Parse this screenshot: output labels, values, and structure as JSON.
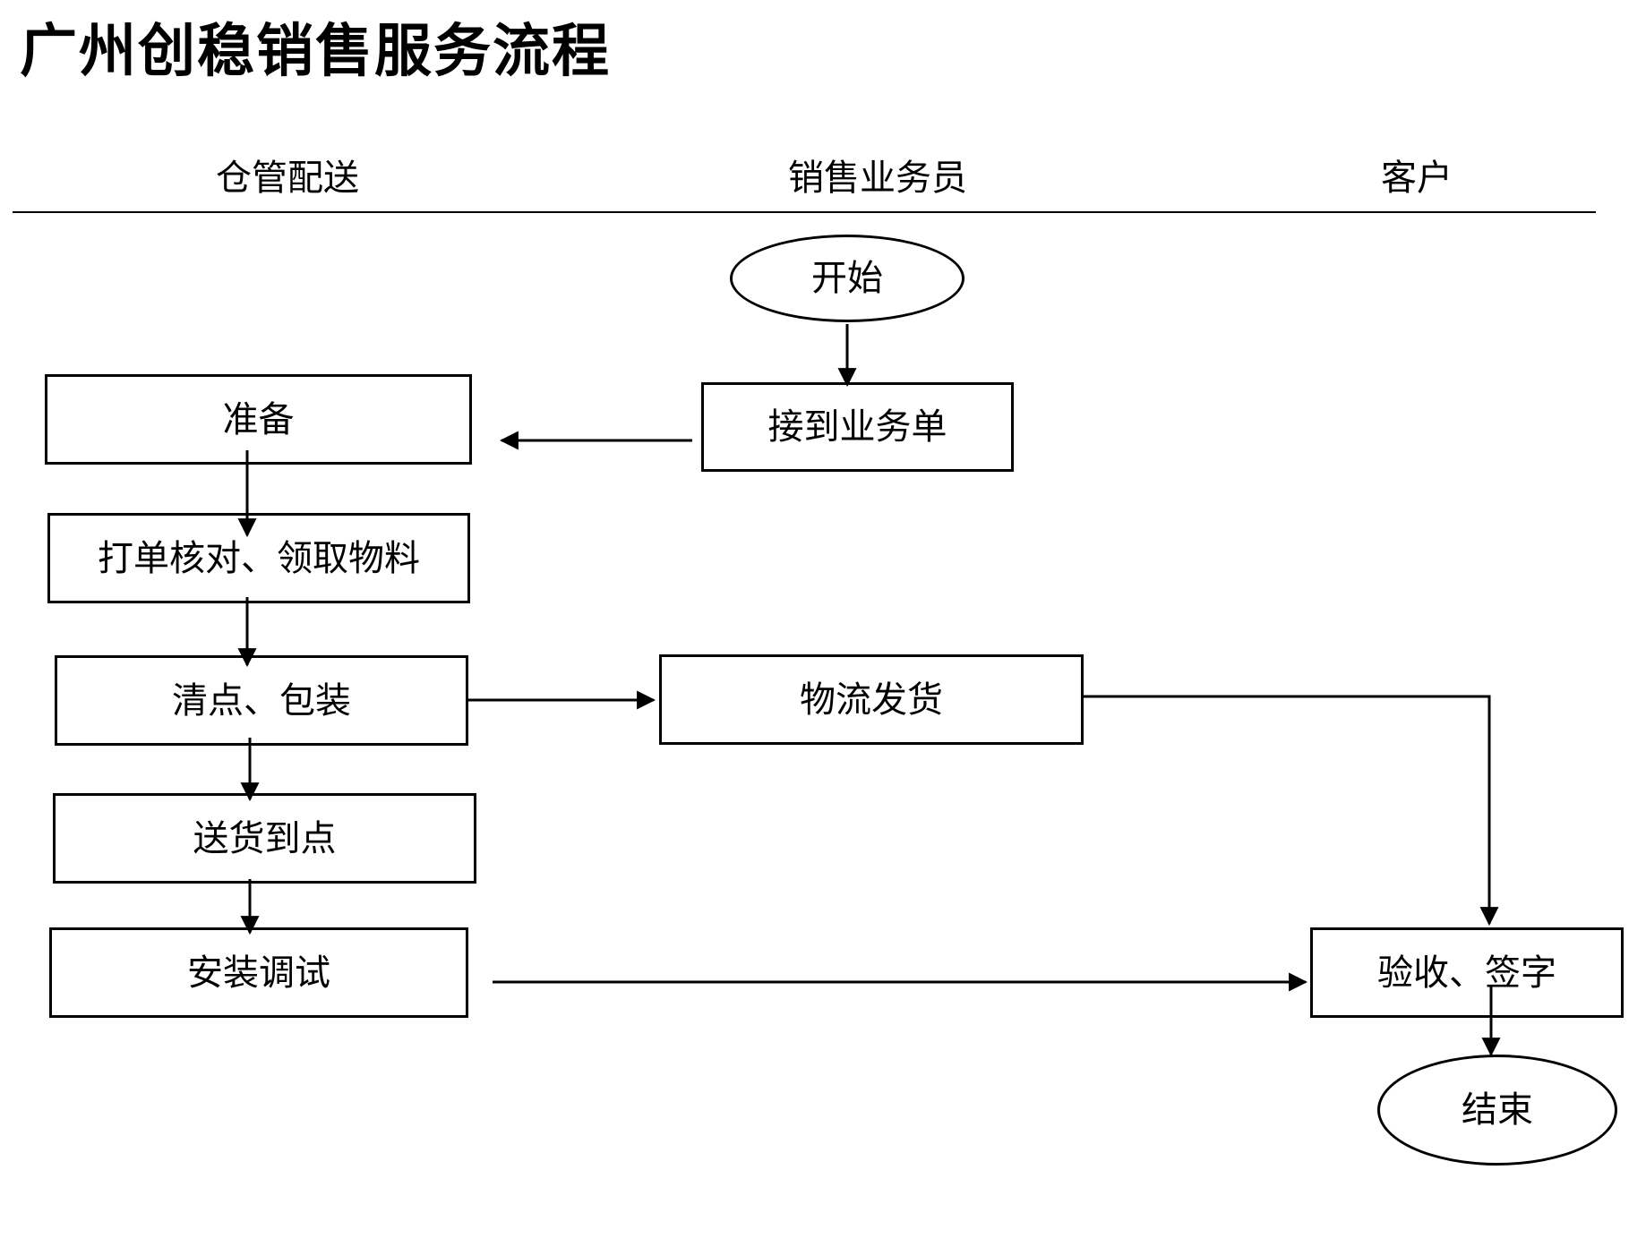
{
  "title": "广州创稳销售服务流程",
  "lanes": {
    "warehouse": "仓管配送",
    "sales": "销售业务员",
    "customer": "客户"
  },
  "nodes": {
    "start": "开始",
    "receive_order": "接到业务单",
    "prepare": "准备",
    "print_check": "打单核对、领取物料",
    "count_pack": "清点、包装",
    "logistics": "物流发货",
    "deliver": "送货到点",
    "install": "安装调试",
    "accept_sign": "验收、签字",
    "end": "结束"
  },
  "edges": [
    {
      "from": "start",
      "to": "receive_order"
    },
    {
      "from": "receive_order",
      "to": "prepare"
    },
    {
      "from": "prepare",
      "to": "print_check"
    },
    {
      "from": "print_check",
      "to": "count_pack"
    },
    {
      "from": "count_pack",
      "to": "logistics"
    },
    {
      "from": "count_pack",
      "to": "deliver"
    },
    {
      "from": "logistics",
      "to": "accept_sign"
    },
    {
      "from": "deliver",
      "to": "install"
    },
    {
      "from": "install",
      "to": "accept_sign"
    },
    {
      "from": "accept_sign",
      "to": "end"
    }
  ]
}
